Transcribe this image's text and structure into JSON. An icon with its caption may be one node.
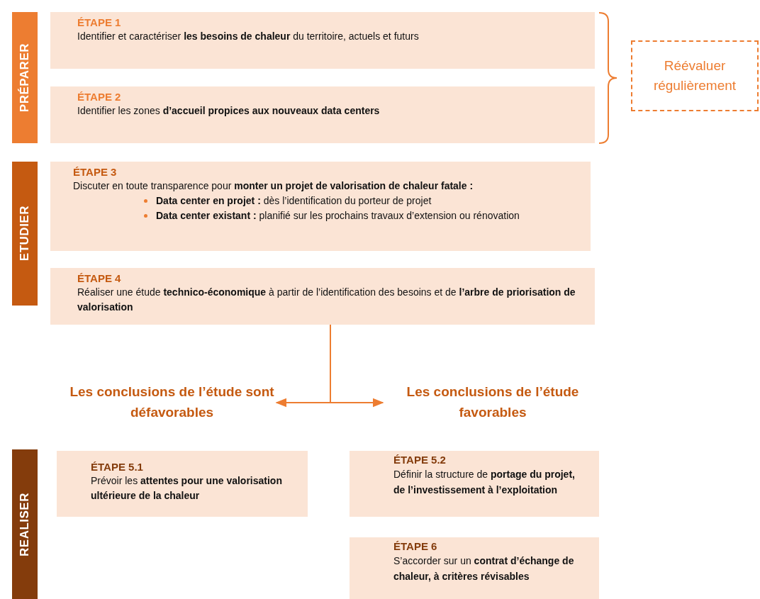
{
  "diagram": {
    "nodes": [
      {
        "text": [
          "PRÉPARER"
        ]
      },
      {
        "text": [
          "ÉTAPE 1",
          "Identifier et caractériser **les besoins de chaleur** du territoire, actuels et futurs"
        ]
      },
      {
        "text": [
          "ÉTAPE 2",
          "Identifier les zones **d’accueil propices aux  nouveaux data centers**"
        ]
      },
      {
        "text": [
          "Réévaluer régulièrement"
        ]
      },
      {
        "text": [
          "ETUDIER"
        ]
      },
      {
        "text": [
          "ÉTAPE 3",
          "Discuter en toute transparence pour **monter un projet de valorisation de chaleur fatale :**",
          "**Data center en projet :** dès l’identification du porteur de projet",
          "**Data center existant :** planifié sur les prochains travaux d’extension ou rénovation"
        ]
      },
      {
        "text": [
          "ÉTAPE 4",
          "Réaliser une étude **technico-économique** à partir de l’identification des besoins et de **l’arbre de priorisation de valorisation**"
        ]
      },
      {
        "text": [
          "Les conclusions de l’étude sont défavorables"
        ]
      },
      {
        "text": [
          "Les conclusions de l’étude favorables"
        ]
      },
      {
        "text": [
          "REALISER"
        ]
      },
      {
        "text": [
          "ÉTAPE 5.1",
          "Prévoir les **attentes pour une valorisation ultérieure de la chaleur**"
        ]
      },
      {
        "text": [
          "ÉTAPE 5.2",
          "Définir la structure de **portage du projet, de l’investissement à l’exploitation**"
        ]
      },
      {
        "text": [
          "ÉTAPE 6",
          "S’accorder sur un **contrat d’échange de chaleur, à critères révisables**"
        ]
      }
    ],
    "edges": [
      {
        "from": 6,
        "to": 7,
        "arrow": "to"
      },
      {
        "from": 6,
        "to": 8,
        "arrow": "to"
      }
    ]
  }
}
